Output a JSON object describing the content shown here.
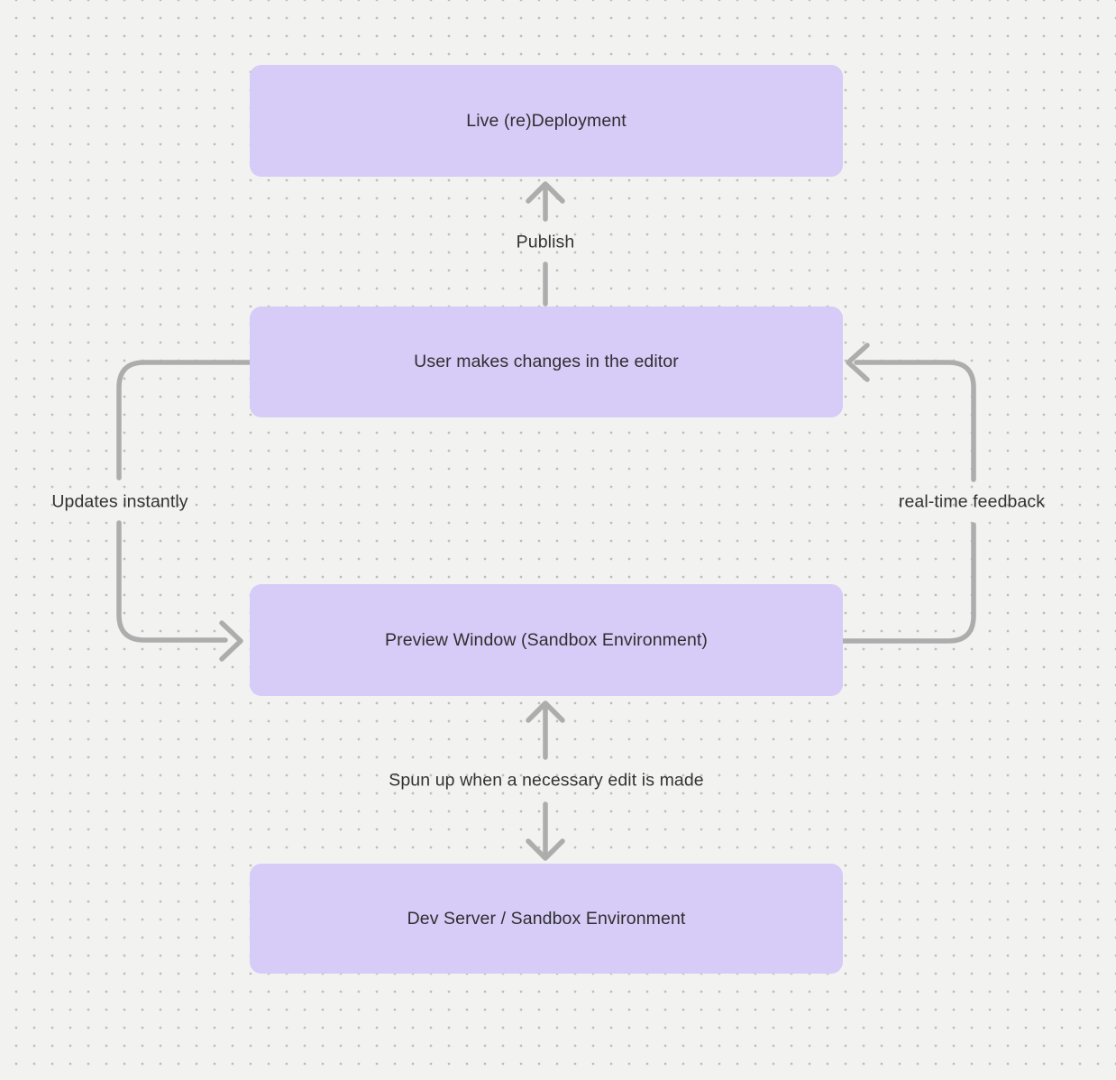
{
  "canvas": {
    "background_color": "#f2f2f1",
    "dot_color": "#bdbdbd",
    "node_fill_color": "#d7cbf7",
    "node_text_color": "#2f2f2f",
    "arrow_color": "#adadad",
    "edge_label_color": "#333333"
  },
  "nodes": [
    {
      "label": "Live (re)Deployment"
    },
    {
      "label": "User makes changes in the editor"
    },
    {
      "label": "Preview Window (Sandbox Environment)"
    },
    {
      "label": "Dev Server / Sandbox Environment"
    }
  ],
  "edges": [
    {
      "label": "Publish",
      "from": "User makes changes in the editor",
      "to": "Live (re)Deployment",
      "arrow": "up"
    },
    {
      "label": "Updates instantly",
      "from": "User makes changes in the editor",
      "to": "Preview Window (Sandbox Environment)",
      "arrow": "left-side-loop"
    },
    {
      "label": "real-time feedback",
      "from": "Preview Window (Sandbox Environment)",
      "to": "User makes changes in the editor",
      "arrow": "right-side-loop"
    },
    {
      "label": "Spun up when a necessary edit is made",
      "from": "Preview Window (Sandbox Environment)",
      "to": "Dev Server / Sandbox Environment",
      "arrow": "bidirectional"
    }
  ]
}
